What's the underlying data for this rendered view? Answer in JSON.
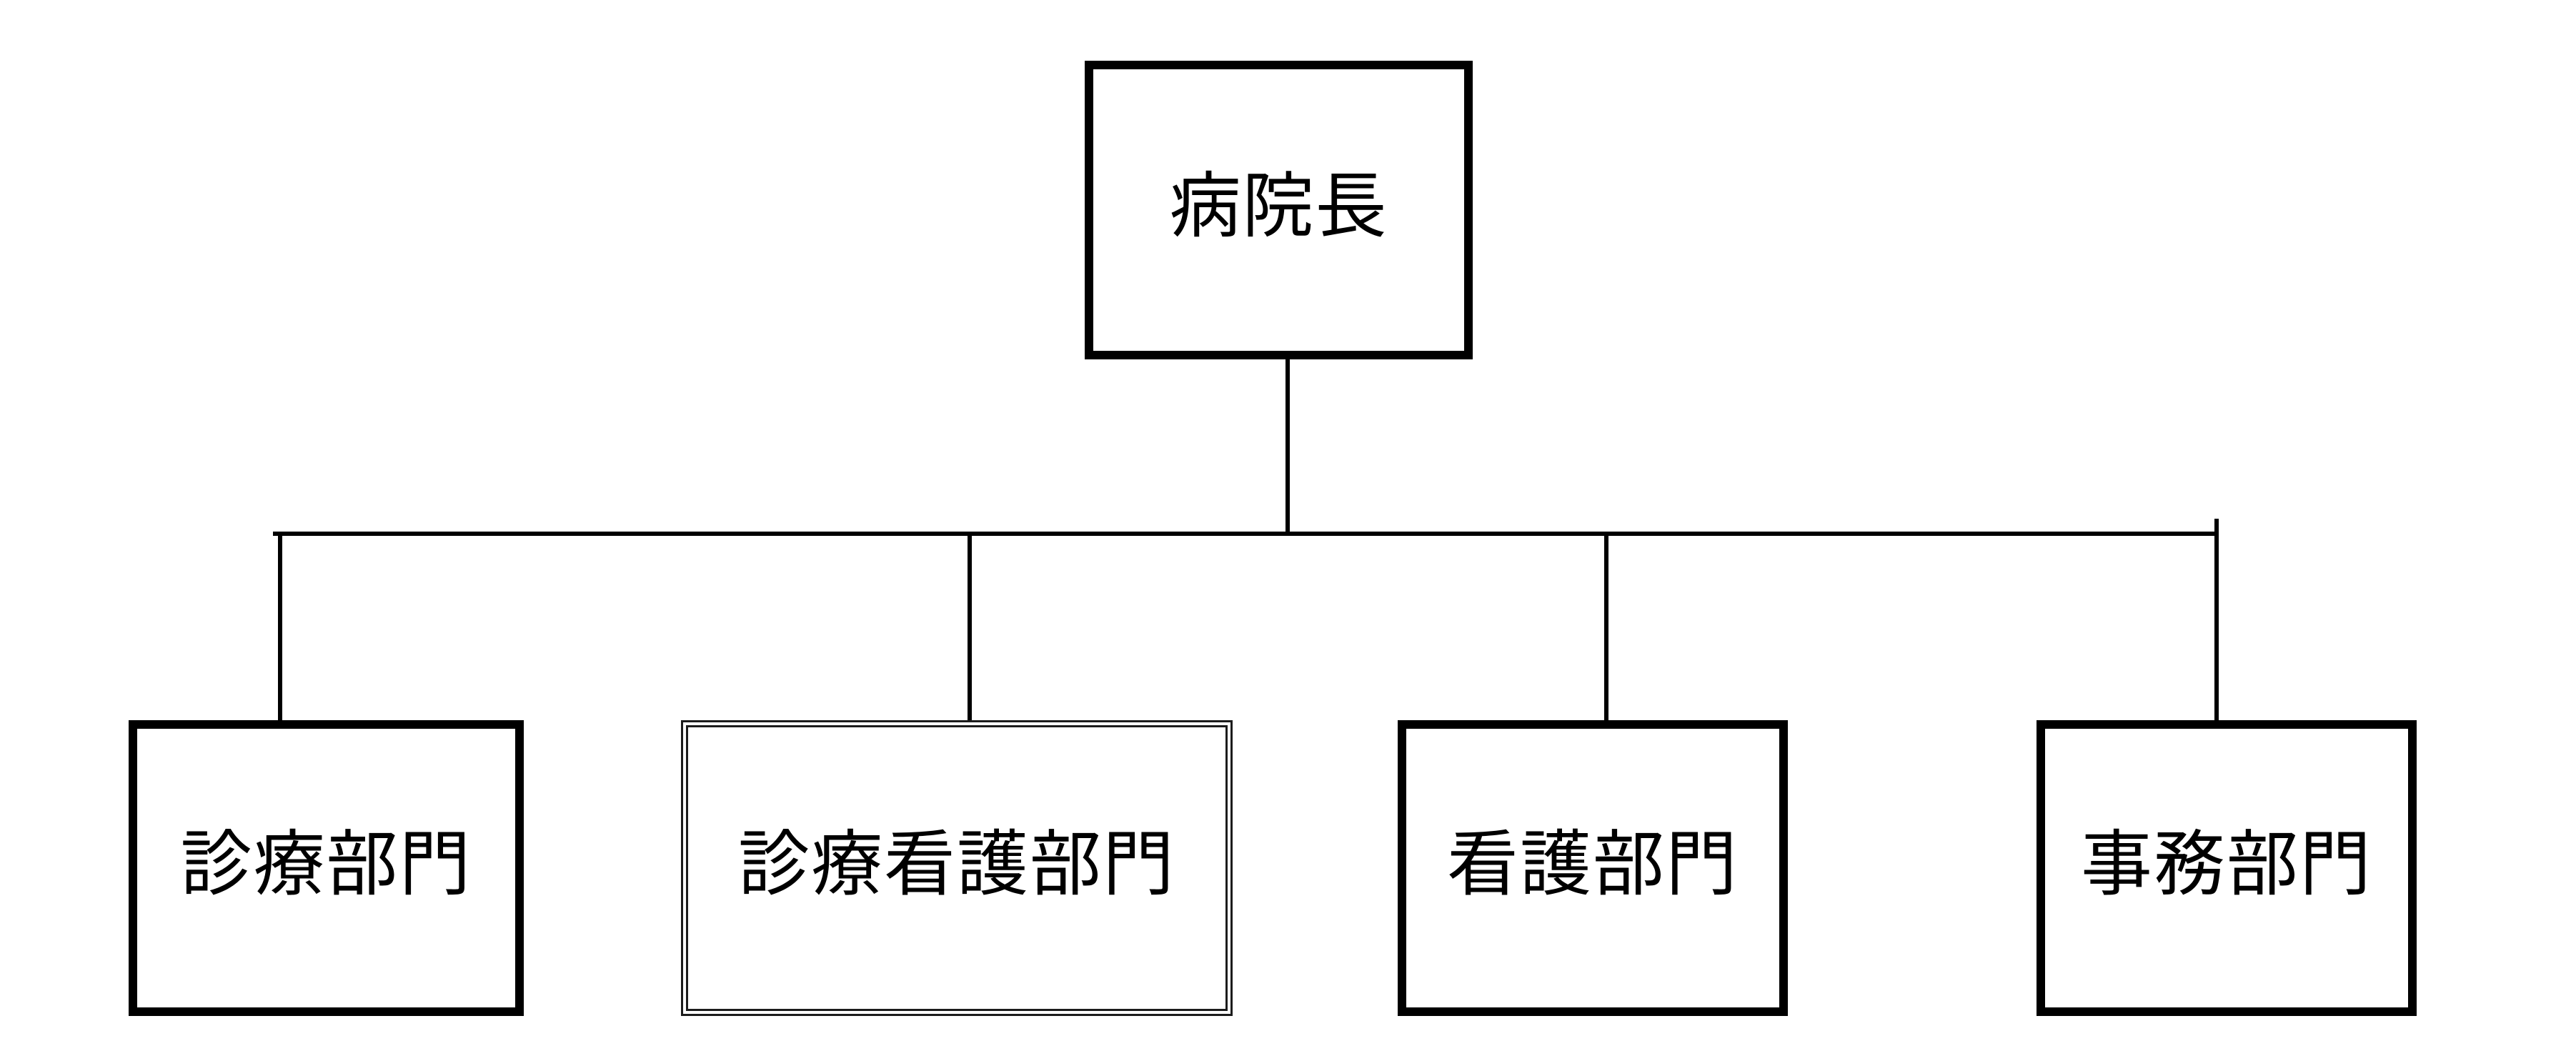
{
  "diagram": {
    "type": "org-chart",
    "background_color": "#ffffff",
    "line_color": "#000000",
    "root": {
      "id": "hospital-director",
      "label": "病院長",
      "border_style": "solid"
    },
    "children": [
      {
        "id": "medical-department",
        "label": "診療部門",
        "border_style": "solid"
      },
      {
        "id": "medical-nursing-department",
        "label": "診療看護部門",
        "border_style": "double"
      },
      {
        "id": "nursing-department",
        "label": "看護部門",
        "border_style": "solid"
      },
      {
        "id": "administrative-department",
        "label": "事務部門",
        "border_style": "solid"
      }
    ]
  }
}
